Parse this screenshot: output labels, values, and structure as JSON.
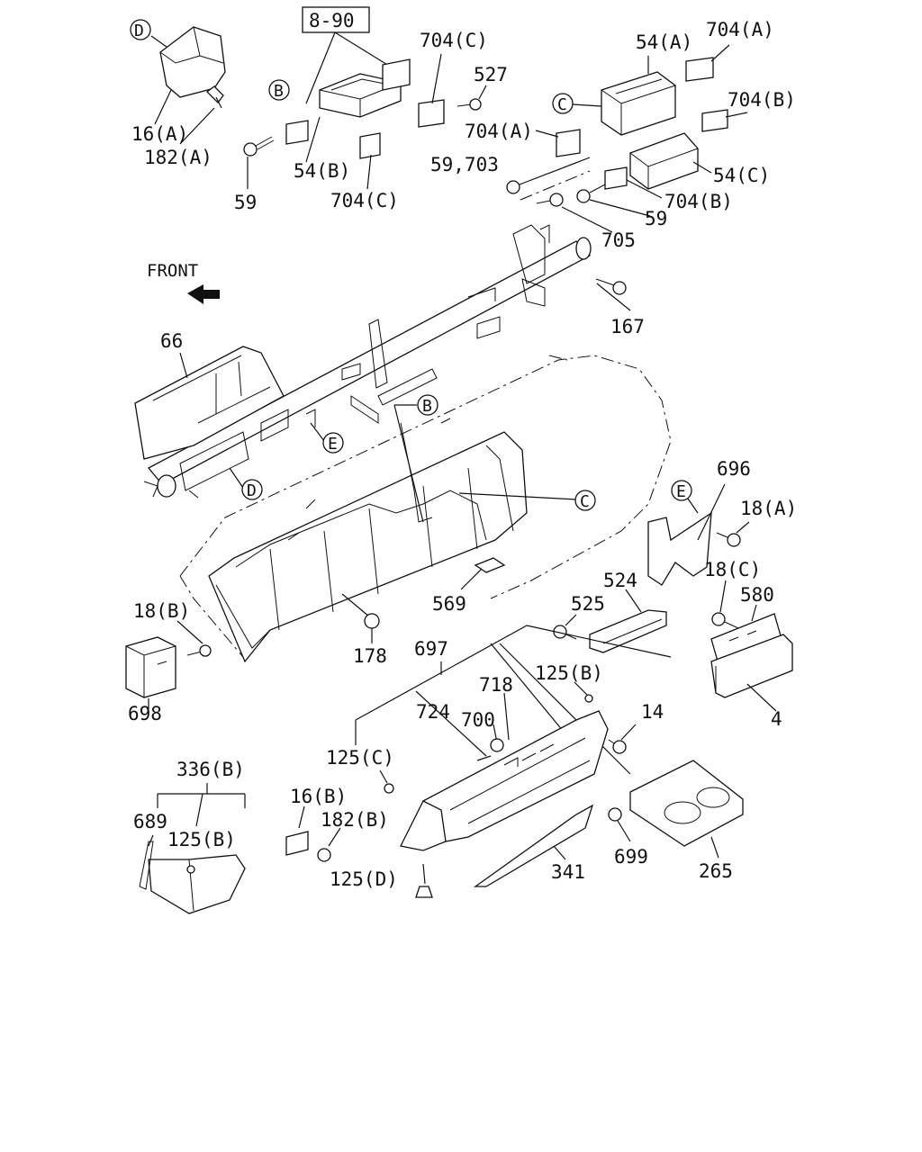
{
  "front_label": "FRONT",
  "ref_box": "8-90",
  "labels": {
    "l_16A": "16(A)",
    "l_182A": "182(A)",
    "l_59a": "59",
    "l_54B": "54(B)",
    "l_704C_a": "704(C)",
    "l_704C_b": "704(C)",
    "l_527": "527",
    "l_704A_a": "704(A)",
    "l_54A": "54(A)",
    "l_704A_b": "704(A)",
    "l_704B_a": "704(B)",
    "l_59_703": "59,703",
    "l_54C": "54(C)",
    "l_704B_b": "704(B)",
    "l_59b": "59",
    "l_705": "705",
    "l_167": "167",
    "l_66": "66",
    "l_696": "696",
    "l_18A": "18(A)",
    "l_18C": "18(C)",
    "l_580": "580",
    "l_524": "524",
    "l_525": "525",
    "l_569": "569",
    "l_18B": "18(B)",
    "l_178": "178",
    "l_697": "697",
    "l_125B_a": "125(B)",
    "l_718": "718",
    "l_724": "724",
    "l_700": "700",
    "l_14": "14",
    "l_4": "4",
    "l_698": "698",
    "l_125C": "125(C)",
    "l_336B": "336(B)",
    "l_16B": "16(B)",
    "l_182B": "182(B)",
    "l_689": "689",
    "l_125B_b": "125(B)",
    "l_125D": "125(D)",
    "l_341": "341",
    "l_699": "699",
    "l_265": "265"
  },
  "callouts": {
    "c_D1": "D",
    "c_B1": "B",
    "c_C1": "C",
    "c_B2": "B",
    "c_E1": "E",
    "c_D2": "D",
    "c_C2": "C",
    "c_E2": "E"
  }
}
